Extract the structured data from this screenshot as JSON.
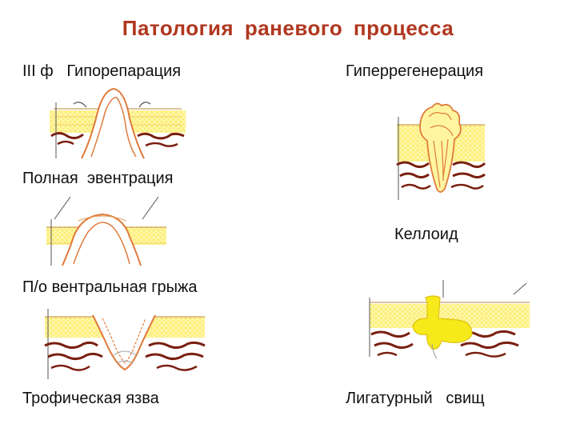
{
  "title": "Патология  раневого  процесса",
  "labels": {
    "phase": "III ф   Гипорепарация",
    "hyperregeneration": "Гиперрегенерация",
    "full_eventration": "Полная  эвентрация",
    "keloid": "Келлоид",
    "ventral_hernia": "П/о вентральная грыжа",
    "trophic_ulcer": "Трофическая язва",
    "ligature_fistula": "Лигатурный   свищ"
  },
  "colors": {
    "title": "#b0371f",
    "fat_layer": "#fff5a0",
    "fat_dots": "#f2e33c",
    "muscle": "#7a1f10",
    "tissue_outline": "#e07a3a",
    "fistula": "#f7ea1a"
  }
}
